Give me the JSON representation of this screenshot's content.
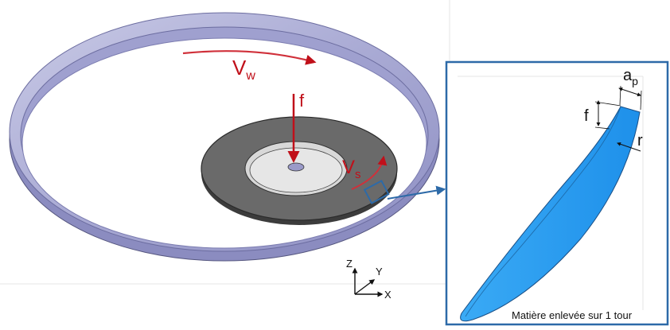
{
  "diagram": {
    "labels": {
      "vw_main": "V",
      "vw_sub": "w",
      "force": "f",
      "vs_main": "V",
      "vs_sub": "s"
    },
    "axes": {
      "z": "Z",
      "y": "Y",
      "x": "X"
    }
  },
  "detail": {
    "labels": {
      "ap_main": "a",
      "ap_sub": "p",
      "f": "f",
      "r": "r"
    },
    "caption": "Matière enlevée sur 1 tour"
  },
  "colors": {
    "ring_face": "#b7b8dc",
    "ring_shade": "#8b8cc0",
    "disc_top": "#6a6a6a",
    "disc_hub": "#d8d8d8",
    "arrow_red": "#c0101a",
    "frame_blue": "#2d6aa8",
    "chip_blue": "#2aa0f0"
  }
}
